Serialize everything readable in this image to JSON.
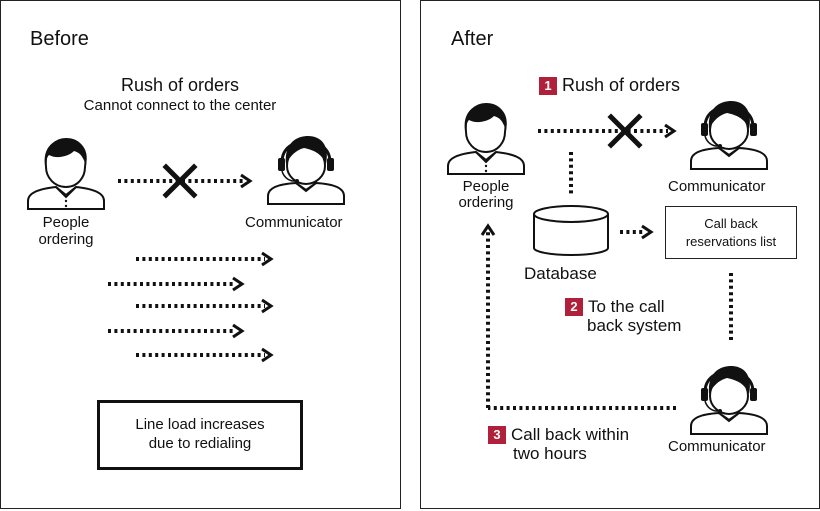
{
  "before": {
    "heading": "Before",
    "rush": "Rush of orders",
    "cannot_connect": "Cannot connect to the center",
    "people_line1": "People",
    "people_line2": "ordering",
    "communicator": "Communicator",
    "box_line1": "Line load increases",
    "box_line2": "due to redialing",
    "person_icon": "person-icon",
    "headset_icon": "headset-operator-icon",
    "cross_icon": "cross-icon"
  },
  "after": {
    "heading": "After",
    "step1_number": "1",
    "step1_label": "Rush of orders",
    "people_line1": "People",
    "people_line2": "ordering",
    "communicator_top": "Communicator",
    "communicator_bottom": "Communicator",
    "database": "Database",
    "list_line1": "Call back",
    "list_line2": "reservations list",
    "step2_number": "2",
    "step2_line1": "To the call",
    "step2_line2": "back system",
    "step3_number": "3",
    "step3_line1": "Call back within",
    "step3_line2": "two hours",
    "database_icon": "database-cylinder-icon"
  },
  "colors": {
    "badge": "#b0203a",
    "ink": "#111111"
  }
}
